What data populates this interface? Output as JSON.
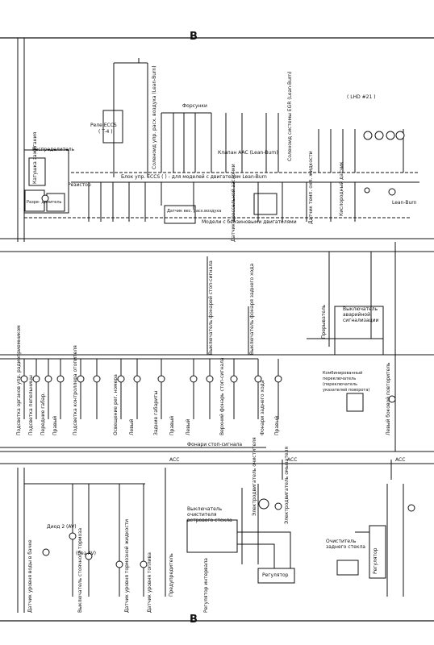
{
  "edge": {
    "top_marker": "B",
    "bottom_marker": "B"
  },
  "top_section": {
    "note": "( LHD #21 )",
    "relay_ecss": "Реле ECCS",
    "relay_ecss_code": "( T-4 )",
    "distributor": "Распределитель",
    "ignition_coil": "Катушка зажигания",
    "resistor": "Резистор",
    "cylinder_sensor": "Разре- делитель",
    "control_unit": "Блок упр. ECCS ( ) - для моделей с двигателем Lean-Burn",
    "injectors": "Форсунки",
    "mass_air_sensor": "Датчик вес. расх.воздуха",
    "bottom_note": "Модели с бензиновыми двигателями",
    "aac_valve": "Клапан AAC (Lean-Burn)",
    "solenoid_1": "Соленоид упр. расх. воздуха (Lean-Burn)",
    "throttle_sensor": "Датчик дроссельной заслонки",
    "coolant_sensor": "Датчик темп. охл. жидкости",
    "oxygen_sensor": "Кислородный датчик",
    "egr_solenoid": "Соленоид системы EGR (Lean-Burn)",
    "tag": "Lean-Burn"
  },
  "middle_section": {
    "hazard_switch": "Выключатель аварийной сигнализации",
    "combi_switch": "Комбинированный переключатель (переключатель указателей поворота)",
    "stop_switch": "Выключатель фонарей стоп-сигнала",
    "rev_switch": "Выключатель фонаря заднего хода",
    "stop_lamps": "Фонари стоп-сигнала",
    "breaker": "Прерыватель",
    "items": [
      "Подсветка органов упр. радиоприемником",
      "Подсветка пепельницы",
      "Передние габар.",
      "Правый",
      "Подсветка контроллера отопителя",
      "Освещение рег. номера",
      "Левый",
      "Задние габариты",
      "Правый",
      "Левый",
      "Верхний фонарь стоп-сигнала",
      "Фонари заднего хода",
      "Правый",
      "Левый боковой повторитель"
    ]
  },
  "bottom_section": {
    "fuse_acc_1": "ACC",
    "fuse_acc_2": "ACC",
    "fuse_acc_3": "ACC",
    "wiper_switch": "Выключатель очистителя ветрового стекла",
    "washer_motor": "Электродвигатель омывателя",
    "wiper_motor": "Электродвигатель очистителя",
    "regulator": "Регулятор",
    "intermittent": "Регулятор интервала",
    "rear_wiper": "Очиститель заднего стекла",
    "rear_regulator": "Регулятор",
    "diode": "Диод 2 (AV)",
    "without_av": "(без AV)",
    "water_sensor": "Датчик уровня воды в бачке",
    "brake_switch": "Выключатель стоячного тормоза",
    "brake_fluid": "Датчик уровня тормозной жидкости",
    "fuel_sensor": "Датчик уровня топлива",
    "warning": "Предупредитель"
  }
}
